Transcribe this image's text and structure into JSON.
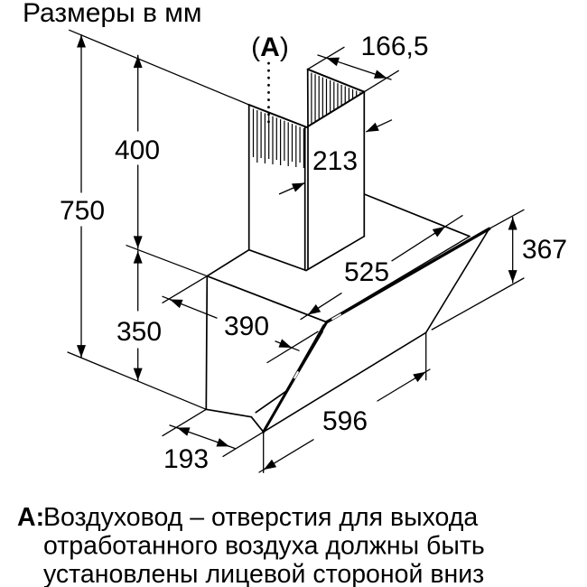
{
  "title": "Размеры в мм",
  "callout": {
    "open": "(",
    "letter": "A",
    "close": ")"
  },
  "dimensions": {
    "duct_top_depth": "166,5",
    "duct_front_width": "213",
    "chimney_height": "400",
    "total_height": "750",
    "body_height": "350",
    "top_depth": "525",
    "body_top_depth": "390",
    "glass_side_height": "367",
    "glass_width": "596",
    "bottom_depth": "193"
  },
  "note": {
    "prefix": "A:",
    "line1": "Воздуховод – отверстия для выхода",
    "line2": "отработанного воздуха должны быть",
    "line3": "установлены лицевой стороной вниз"
  }
}
